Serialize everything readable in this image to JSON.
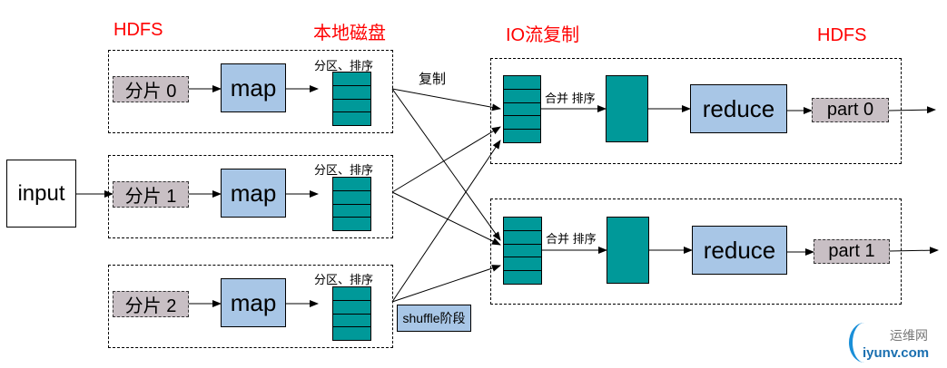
{
  "labels": {
    "hdfs_left": "HDFS",
    "local_disk": "本地磁盘",
    "io_copy": "IO流复制",
    "hdfs_right": "HDFS",
    "copy": "复制",
    "shuffle": "shuffle阶段"
  },
  "input": "input",
  "maps": [
    {
      "split": "分片 0",
      "map": "map",
      "sort": "分区、排序"
    },
    {
      "split": "分片 1",
      "map": "map",
      "sort": "分区、排序"
    },
    {
      "split": "分片 2",
      "map": "map",
      "sort": "分区、排序"
    }
  ],
  "reduces": [
    {
      "merge": "合并 排序",
      "reduce": "reduce",
      "part": "part 0"
    },
    {
      "merge": "合并 排序",
      "reduce": "reduce",
      "part": "part 1"
    }
  ],
  "watermark": {
    "cn": "运维网",
    "en": "iyunv.com"
  }
}
